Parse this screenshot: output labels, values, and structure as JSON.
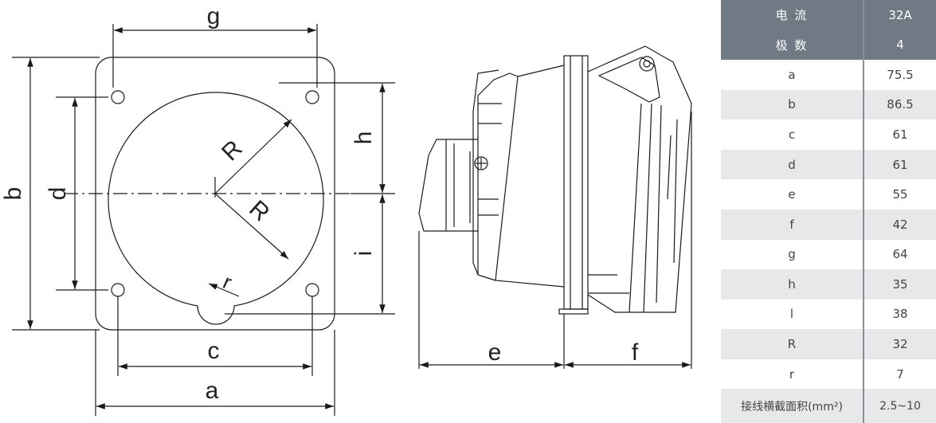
{
  "diagram_labels": {
    "g": "g",
    "b": "b",
    "d": "d",
    "R_upper": "R",
    "R_lower": "R",
    "h": "h",
    "i": "i",
    "r": "r",
    "c": "c",
    "a": "a",
    "e": "e",
    "f": "f"
  },
  "spec_table": {
    "header_rows": [
      {
        "label": "电 流",
        "value": "32A"
      },
      {
        "label": "极 数",
        "value": "4"
      }
    ],
    "rows": [
      {
        "label": "a",
        "value": "75.5"
      },
      {
        "label": "b",
        "value": "86.5"
      },
      {
        "label": "c",
        "value": "61"
      },
      {
        "label": "d",
        "value": "61"
      },
      {
        "label": "e",
        "value": "55"
      },
      {
        "label": "f",
        "value": "42"
      },
      {
        "label": "g",
        "value": "64"
      },
      {
        "label": "h",
        "value": "35"
      },
      {
        "label": "l",
        "value": "38"
      },
      {
        "label": "R",
        "value": "32"
      },
      {
        "label": "r",
        "value": "7"
      }
    ],
    "last_row": {
      "label": "接线横截面积(mm²)",
      "value": "2.5~10"
    }
  },
  "colors": {
    "header_bg": "#707a84",
    "shade_bg": "#e7e8e9",
    "line": "#1a1a1a"
  }
}
